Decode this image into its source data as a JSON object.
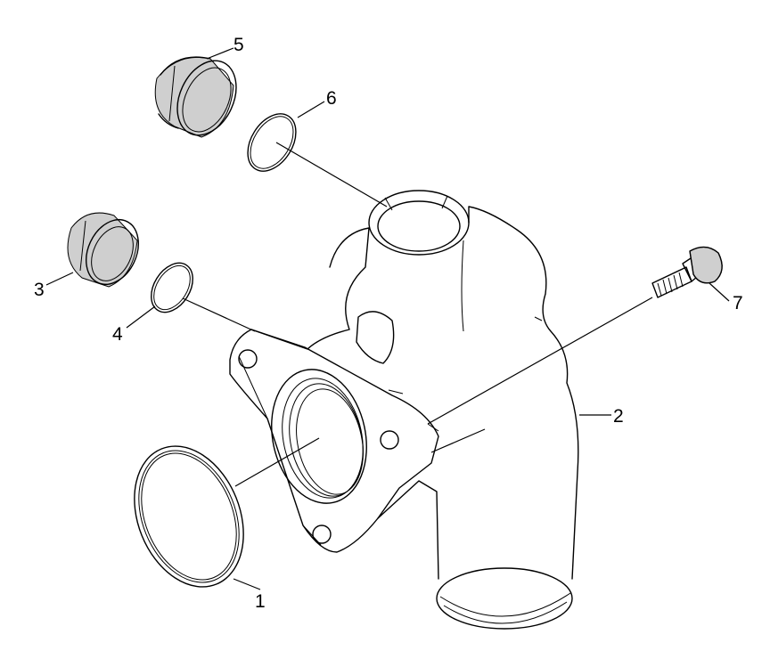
{
  "callouts": {
    "c1": "1",
    "c2": "2",
    "c3": "3",
    "c4": "4",
    "c5": "5",
    "c6": "6",
    "c7": "7"
  },
  "colors": {
    "line": "#000000",
    "background": "#ffffff",
    "shading": "#cfcfcf"
  }
}
